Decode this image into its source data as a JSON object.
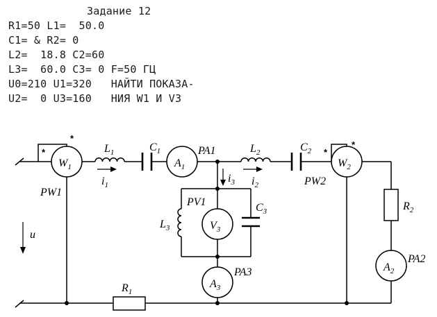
{
  "task": {
    "title": "Задание 12",
    "lines": [
      "R1=50 L1=  50.0",
      "C1= & R2= 0",
      "L2=  18.8 C2=60",
      "L3=  60.0 C3= 0 F=50 ГЦ",
      "U0=210 U1=320   НАЙТИ ПОКАЗА-",
      "U2=  0 U3=160   НИЯ W1 И V3"
    ]
  },
  "circuit": {
    "wattmeters": [
      {
        "id": "W1",
        "label": "PW1"
      },
      {
        "id": "W2",
        "label": "PW2"
      }
    ],
    "ammeters": [
      {
        "id": "A1",
        "label": "PA1"
      },
      {
        "id": "A2",
        "label": "PA2"
      },
      {
        "id": "A3",
        "label": "PA3"
      }
    ],
    "voltmeter": {
      "id": "V3",
      "label": "PV1"
    },
    "inductors": [
      "L1",
      "L2",
      "L3"
    ],
    "capacitors": [
      "C1",
      "C2",
      "C3"
    ],
    "resistors": [
      "R1",
      "R2"
    ],
    "currents": [
      "i1",
      "i2",
      "i3"
    ],
    "voltage": "u",
    "polarity_mark": "*"
  }
}
